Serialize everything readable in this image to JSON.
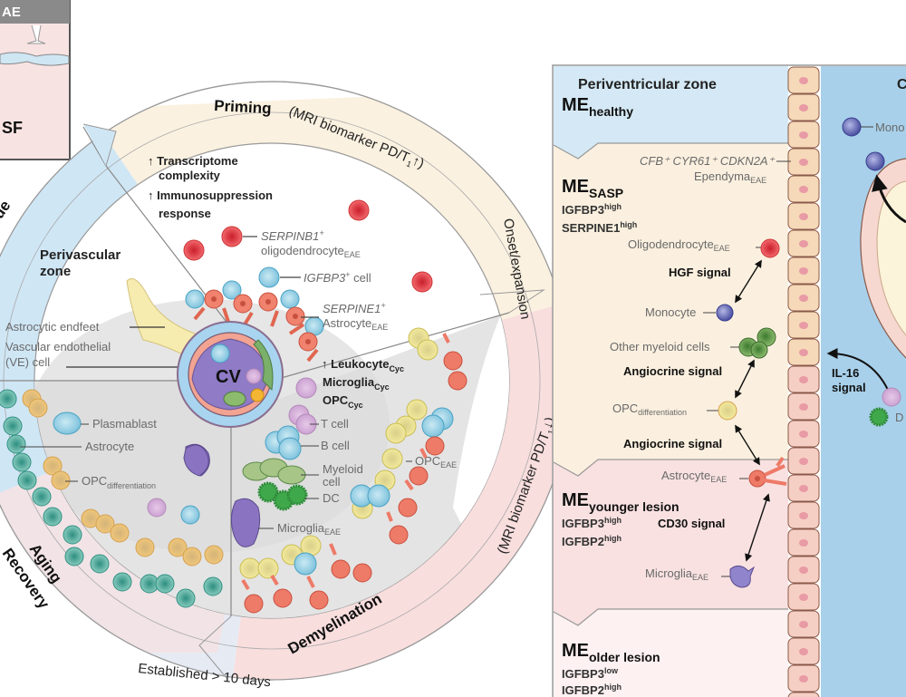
{
  "left_panel": {
    "eae_box": {
      "header_label": "AE",
      "csf_label": "SF"
    },
    "outer_ring": {
      "tissue_label": "ssue",
      "priming_label": "Priming",
      "priming_note": "(MRI biomarker PD/T",
      "priming_note_sub": "1",
      "priming_note_end": "↑)",
      "onset_label": "Onset/expansion",
      "demyelination_label": "Demyelination",
      "demyelination_note": "(MRI biomarker PD/T",
      "demyelination_note_sub": "1",
      "demyelination_note_end": "↓)",
      "aging_label": "Aging",
      "recovery_label": "Recovery",
      "established_label": "Established > 10 days"
    },
    "priming_sector": {
      "bullet1_line1": "Transcriptome",
      "bullet1_line2": "complexity",
      "bullet2_line1": "Immunosuppression",
      "bullet2_line2": "response",
      "serpinb1_label": "SERPINB1",
      "serpinb1_sup": "+",
      "oligo_label": "oligodendrocyte",
      "oligo_sub": "EAE",
      "igfbp3_label": "IGFBP3",
      "igfbp3_sup": "+",
      "igfbp3_tail": " cell",
      "serpine1_label": "SERPINE1",
      "serpine1_sup": "+",
      "astro_label": "Astrocyte",
      "astro_sub": "EAE"
    },
    "perivascular": {
      "zone_line1": "Perivascular",
      "zone_line2": "zone",
      "endfeet_label": "Astrocytic endfeet",
      "ve_line1": "Vascular endothelial",
      "ve_line2": "(VE) cell",
      "cv_label": "CV"
    },
    "demyelination_sector": {
      "leuko": "Leukocyte",
      "leuko_sub": "Cyc",
      "microglia": "Microglia",
      "microglia_sub": "Cyc",
      "opc": "OPC",
      "opc_sub": "Cyc",
      "tcell": "T cell",
      "bcell": "B cell",
      "myeloid_line1": "Myeloid",
      "myeloid_line2": "cell",
      "dc": "DC",
      "microglia_eae": "Microglia",
      "microglia_eae_sub": "EAE",
      "opc_eae": "OPC",
      "opc_eae_sub": "EAE"
    },
    "aging_sector": {
      "plasmablast": "Plasmablast",
      "astrocyte": "Astrocyte",
      "opc_diff": "OPC",
      "opc_diff_sub": "differentiation"
    }
  },
  "right_panel": {
    "zone_title": "Periventricular zone",
    "csf_title_partial": "C",
    "me_healthy": {
      "me": "ME",
      "sub": "healthy"
    },
    "me_sasp": {
      "me": "ME",
      "sub": "SASP",
      "genes": [
        {
          "name": "IGFBP3",
          "level": "high"
        },
        {
          "name": "SERPINE1",
          "level": "high"
        }
      ]
    },
    "me_younger": {
      "me": "ME",
      "sub": "younger lesion",
      "genes": [
        {
          "name": "IGFBP3",
          "level": "high"
        },
        {
          "name": "IGFBP2",
          "level": "high"
        }
      ]
    },
    "me_older": {
      "me": "ME",
      "sub": "older lesion",
      "genes": [
        {
          "name": "IGFBP3",
          "level": "low"
        },
        {
          "name": "IGFBP2",
          "level": "high"
        }
      ]
    },
    "ependyma_markers": "CFB⁺ CYR61⁺ CDKN2A⁺",
    "ependyma_label": "Ependyma",
    "ependyma_sub": "EAE",
    "oligo_label": "Oligodendrocyte",
    "oligo_sub": "EAE",
    "hgf_signal": "HGF signal",
    "monocyte_label": "Monocyte",
    "other_myeloid": "Other myeloid cells",
    "angiocrine1": "Angiocrine signal",
    "opc_label": "OPC",
    "opc_sub": "differentiation",
    "angiocrine2": "Angiocrine signal",
    "astro_label": "Astrocyte",
    "astro_sub": "EAE",
    "cd30_signal": "CD30 signal",
    "microglia_label": "Microglia",
    "microglia_sub": "EAE",
    "il16_line1": "IL-16",
    "il16_line2": "signal",
    "csf_monocyte_partial": "Mono",
    "csf_dc_partial": "D"
  }
}
